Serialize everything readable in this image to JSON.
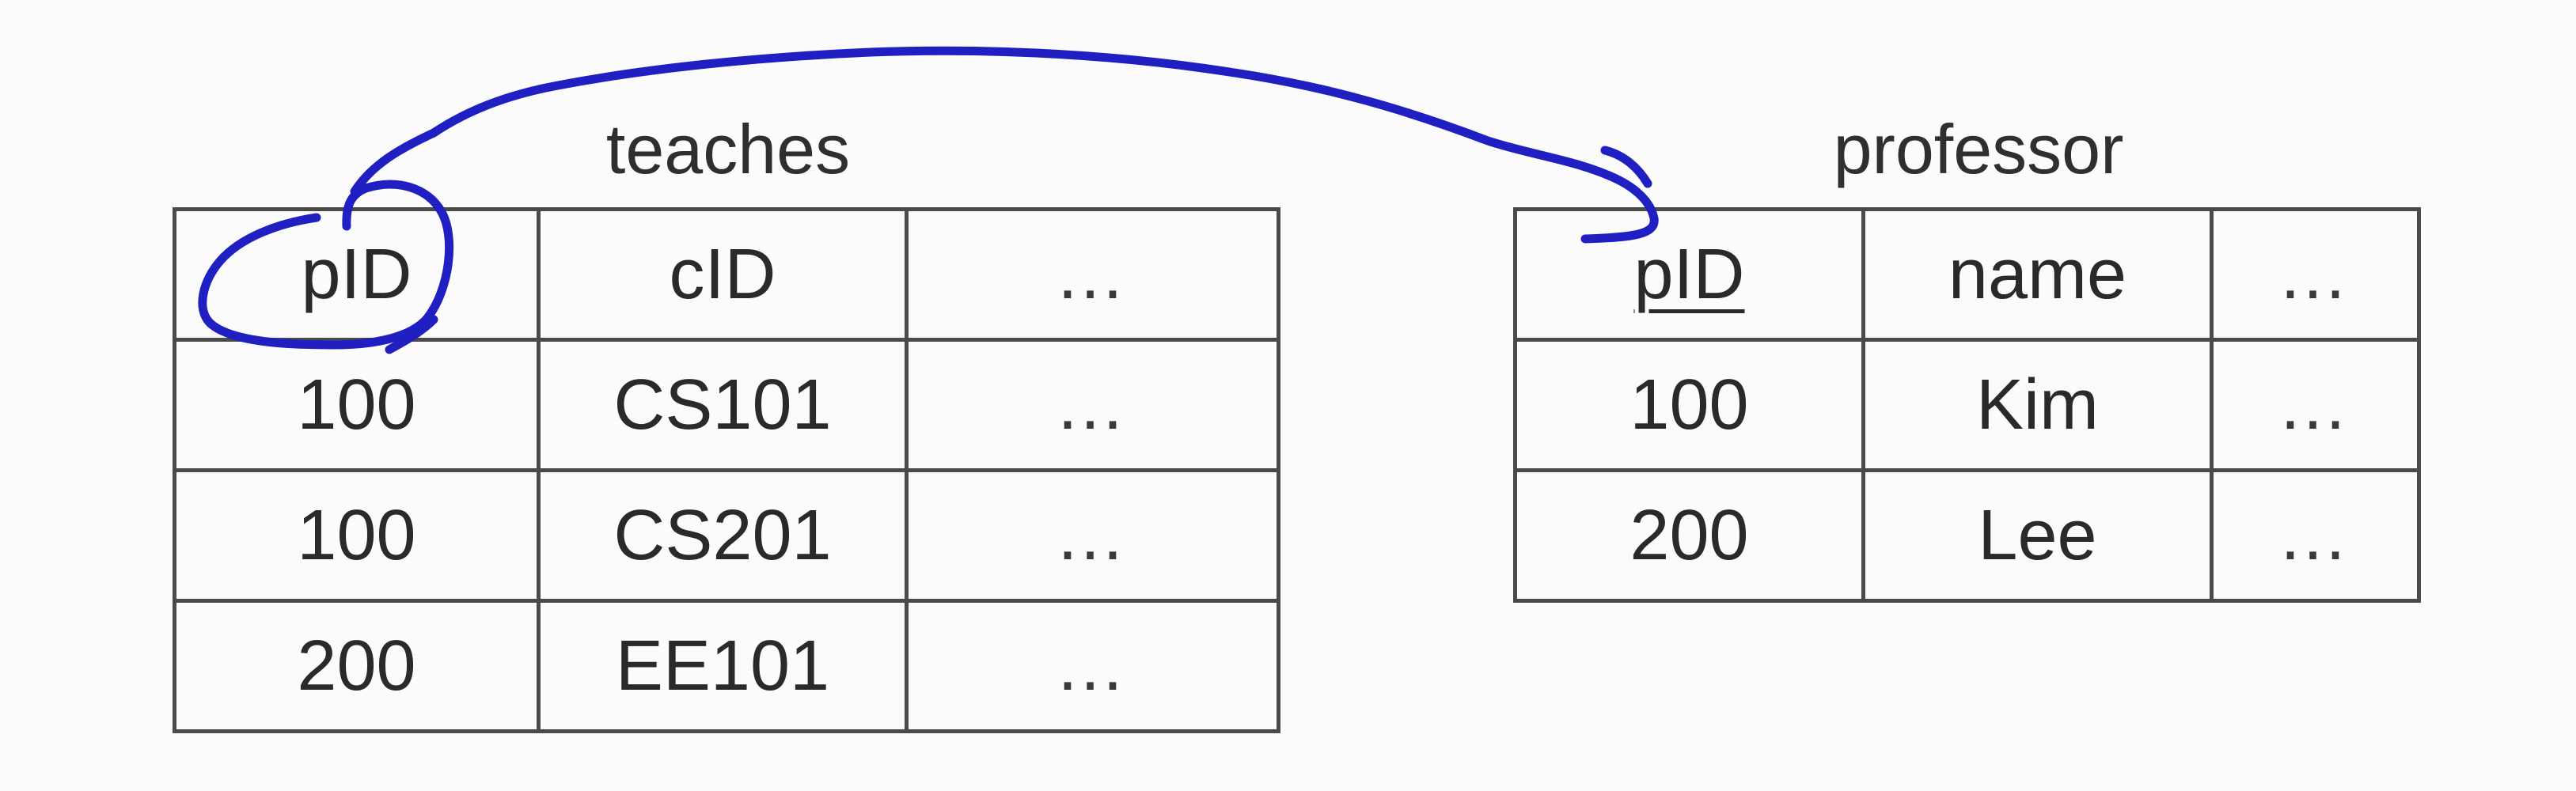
{
  "teaches": {
    "title": "teaches",
    "headers": [
      "pID",
      "cID",
      "…"
    ],
    "rows": [
      [
        "100",
        "CS101",
        "…"
      ],
      [
        "100",
        "CS201",
        "…"
      ],
      [
        "200",
        "EE101",
        "…"
      ]
    ]
  },
  "professor": {
    "title": "professor",
    "headers": [
      "pID",
      "name",
      "…"
    ],
    "rows": [
      [
        "100",
        "Kim",
        "…"
      ],
      [
        "200",
        "Lee",
        "…"
      ]
    ]
  },
  "annotation": {
    "ink_color": "#1f1fc2",
    "arrow": "handwritten arrow from teaches.pID to professor.pID"
  }
}
